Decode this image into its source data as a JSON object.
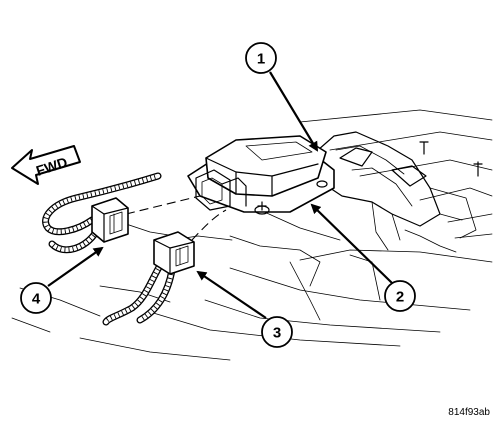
{
  "diagram": {
    "fwd_label": "FWD",
    "figure_id": "814f93ab",
    "callouts": [
      {
        "number": "1"
      },
      {
        "number": "2"
      },
      {
        "number": "3"
      },
      {
        "number": "4"
      }
    ]
  }
}
